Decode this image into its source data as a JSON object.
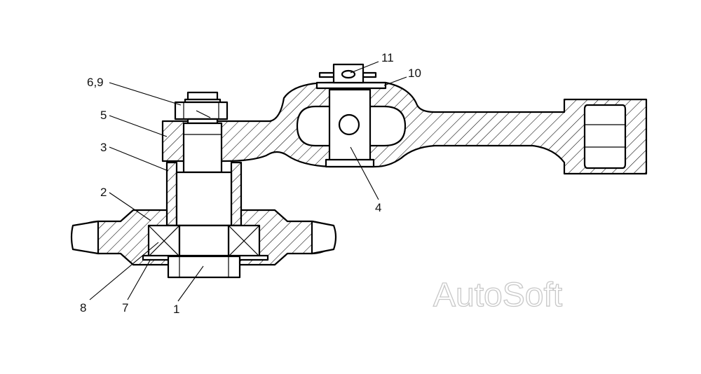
{
  "watermark": "AutoSoft",
  "callouts": {
    "c1": "1",
    "c2": "2",
    "c3": "3",
    "c4": "4",
    "c5": "5",
    "c6_9": "6,9",
    "c7": "7",
    "c8": "8",
    "c10": "10",
    "c11": "11"
  }
}
